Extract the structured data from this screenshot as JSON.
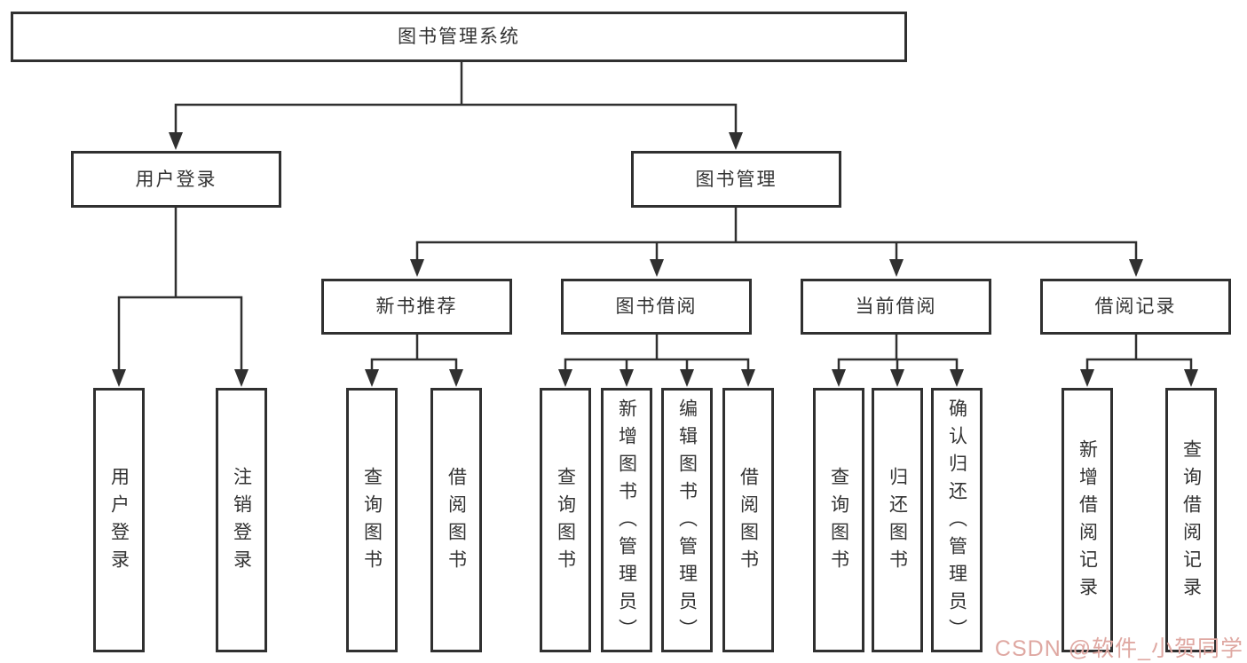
{
  "tree": {
    "root": {
      "label": "图书管理系统",
      "children": [
        {
          "label": "用户登录",
          "children": [
            {
              "label": "用户登录"
            },
            {
              "label": "注销登录"
            }
          ]
        },
        {
          "label": "图书管理",
          "children": [
            {
              "label": "新书推荐",
              "children": [
                {
                  "label": "查询图书"
                },
                {
                  "label": "借阅图书"
                }
              ]
            },
            {
              "label": "图书借阅",
              "children": [
                {
                  "label": "查询图书"
                },
                {
                  "label": "新增图书（管理员）"
                },
                {
                  "label": "编辑图书（管理员）"
                },
                {
                  "label": "借阅图书"
                }
              ]
            },
            {
              "label": "当前借阅",
              "children": [
                {
                  "label": "查询图书"
                },
                {
                  "label": "归还图书"
                },
                {
                  "label": "确认归还（管理员）"
                }
              ]
            },
            {
              "label": "借阅记录",
              "children": [
                {
                  "label": "新增借阅记录"
                },
                {
                  "label": "查询借阅记录"
                }
              ]
            }
          ]
        }
      ]
    }
  },
  "watermark": {
    "text": "CSDN @软件_小贺同学"
  },
  "colors": {
    "line": "#303030",
    "box_border": "#303030",
    "text": "#333333",
    "watermark": "#dfa8a2",
    "background": "#ffffff"
  }
}
